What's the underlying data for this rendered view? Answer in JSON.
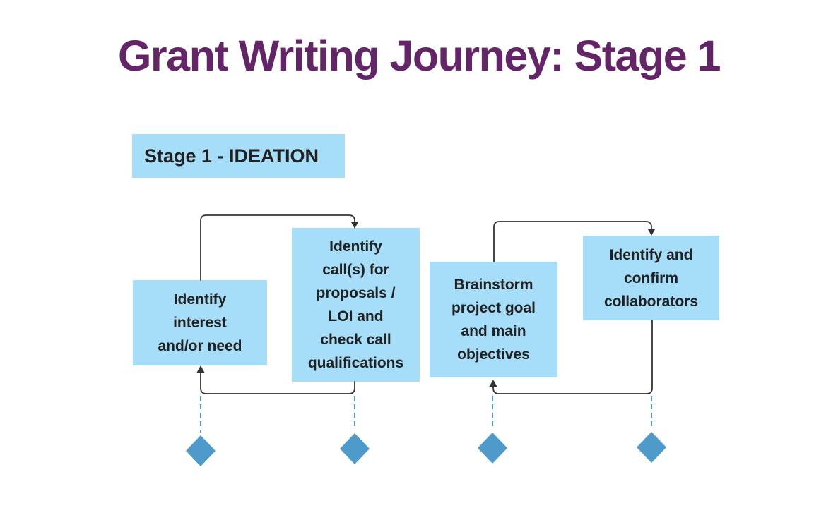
{
  "title": "Grant Writing Journey: Stage 1",
  "stage": {
    "label": "Stage 1 - IDEATION"
  },
  "nodes": [
    {
      "id": "identify-interest",
      "label": "Identify\ninterest\nand/or need"
    },
    {
      "id": "identify-calls",
      "label": "Identify\ncall(s) for\nproposals /\nLOI and\ncheck call\nqualifications"
    },
    {
      "id": "brainstorm-goal",
      "label": "Brainstorm\nproject goal\nand main\nobjectives"
    },
    {
      "id": "confirm-collaborators",
      "label": "Identify and\nconfirm\ncollaborators"
    }
  ],
  "edges": [
    {
      "from": "identify-interest",
      "to": "identify-calls",
      "style": "solid-arrow",
      "route": "over-top"
    },
    {
      "from": "identify-calls",
      "to": "identify-interest",
      "style": "solid-arrow",
      "route": "under-bottom"
    },
    {
      "from": "brainstorm-goal",
      "to": "confirm-collaborators",
      "style": "solid-arrow",
      "route": "over-top"
    },
    {
      "from": "confirm-collaborators",
      "to": "brainstorm-goal",
      "style": "solid-arrow",
      "route": "under-bottom"
    }
  ],
  "milestones": {
    "count": 4,
    "icon": "diamond",
    "connector_style": "dashed-vertical"
  },
  "colors": {
    "title_text": "#632567",
    "node_fill": "#A6DDF8",
    "node_text": "#212121",
    "connector_line": "#333333",
    "milestone_accent": "#4E9ACA",
    "background": "#FFFFFF"
  }
}
